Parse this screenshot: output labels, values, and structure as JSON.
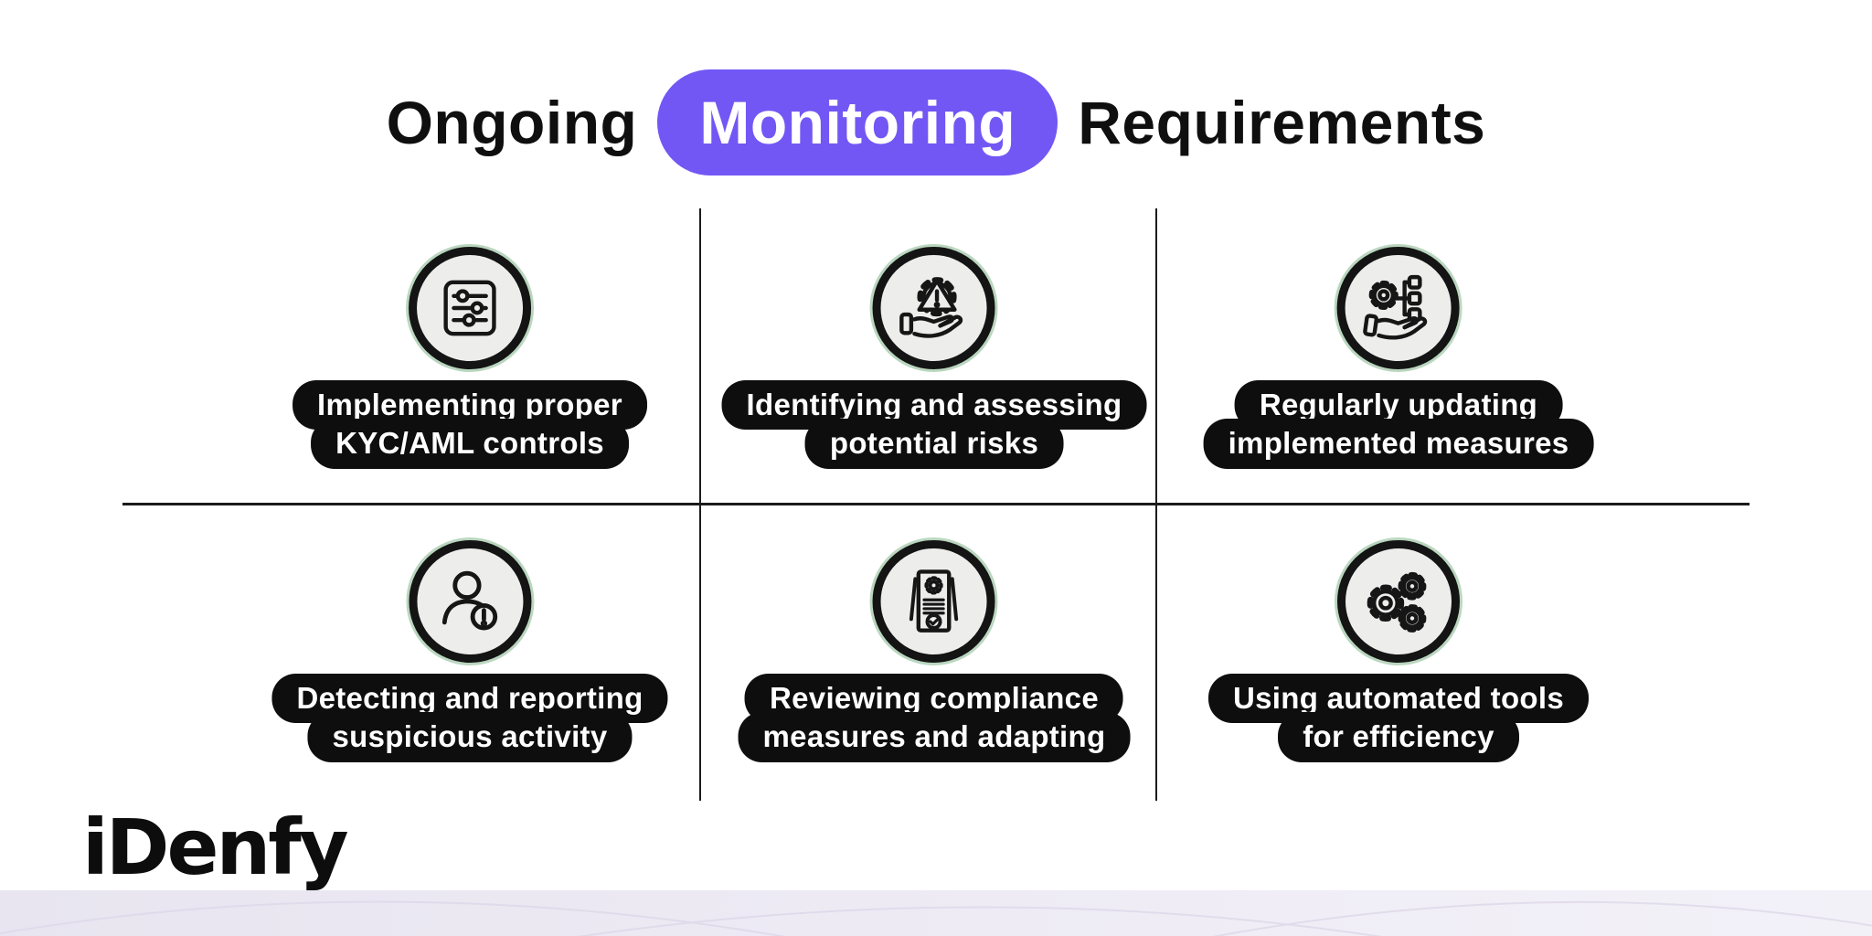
{
  "title": {
    "pre": "Ongoing",
    "highlight": "Monitoring",
    "post": "Requirements"
  },
  "colors": {
    "accent_purple": "#7257F5",
    "pill_black": "#0e0e0e",
    "icon_circle_fill": "#EDEEEC",
    "icon_ring_green": "#76AD80",
    "footer_band_lavender": "#ECEAF4"
  },
  "grid": {
    "items": [
      {
        "icon": "sliders-icon",
        "lines": [
          "Implementing proper",
          "KYC/AML controls"
        ]
      },
      {
        "icon": "hand-warning-gear-icon",
        "lines": [
          "Identifying and assessing",
          "potential risks"
        ]
      },
      {
        "icon": "hand-gear-hierarchy-icon",
        "lines": [
          "Regularly updating",
          "implemented measures"
        ]
      },
      {
        "icon": "user-alert-icon",
        "lines": [
          "Detecting and reporting",
          "suspicious activity"
        ]
      },
      {
        "icon": "compliance-document-icon",
        "lines": [
          "Reviewing compliance",
          "measures and adapting"
        ]
      },
      {
        "icon": "gears-icon",
        "lines": [
          "Using automated tools",
          "for efficiency"
        ]
      }
    ]
  },
  "footer": {
    "logo_text": "iDenfy"
  }
}
